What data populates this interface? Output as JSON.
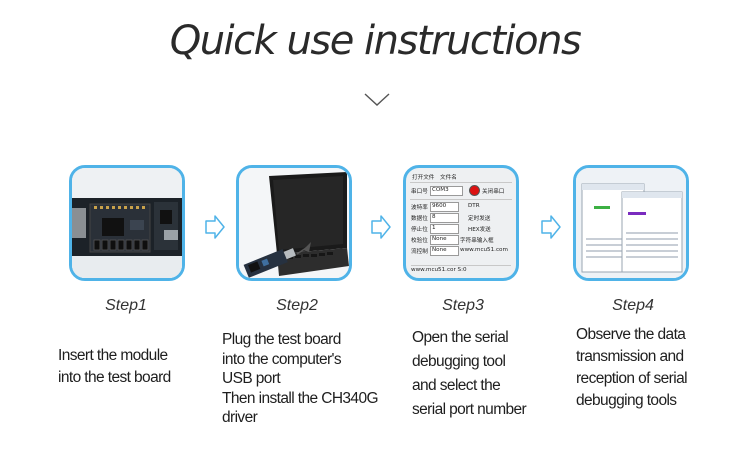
{
  "title": "Quick use instructions",
  "colors": {
    "accent": "#4fb3e8",
    "text": "#1e1e1e"
  },
  "steps": [
    {
      "label": "Step1",
      "lines": [
        "Insert the module",
        "into the test board"
      ]
    },
    {
      "label": "Step2",
      "lines": [
        "Plug the test board",
        "into the computer's",
        "USB port",
        " Then install the CH340G",
        "driver"
      ]
    },
    {
      "label": "Step3",
      "lines": [
        "Open the serial",
        "debugging tool",
        "and select the",
        "serial port number"
      ],
      "screen": {
        "tabs": [
          "打开文件",
          "文件名"
        ],
        "port_label": "串口号",
        "port_value": "COM3",
        "close_label": "关闭串口",
        "rows": [
          {
            "label": "波特率",
            "value": "9600",
            "check": "DTR"
          },
          {
            "label": "数据位",
            "value": "8",
            "check": "定时发送"
          },
          {
            "label": "停止位",
            "value": "1",
            "check": "HEX发送"
          },
          {
            "label": "校验位",
            "value": "None",
            "check": "字符串输入框"
          },
          {
            "label": "流控制",
            "value": "None",
            "check": "www.mcu51.com"
          }
        ],
        "footer": "www.mcu51.cor S:0"
      }
    },
    {
      "label": "Step4",
      "lines": [
        "Observe the data",
        "transmission and",
        "reception of serial",
        "debugging tools"
      ]
    }
  ]
}
